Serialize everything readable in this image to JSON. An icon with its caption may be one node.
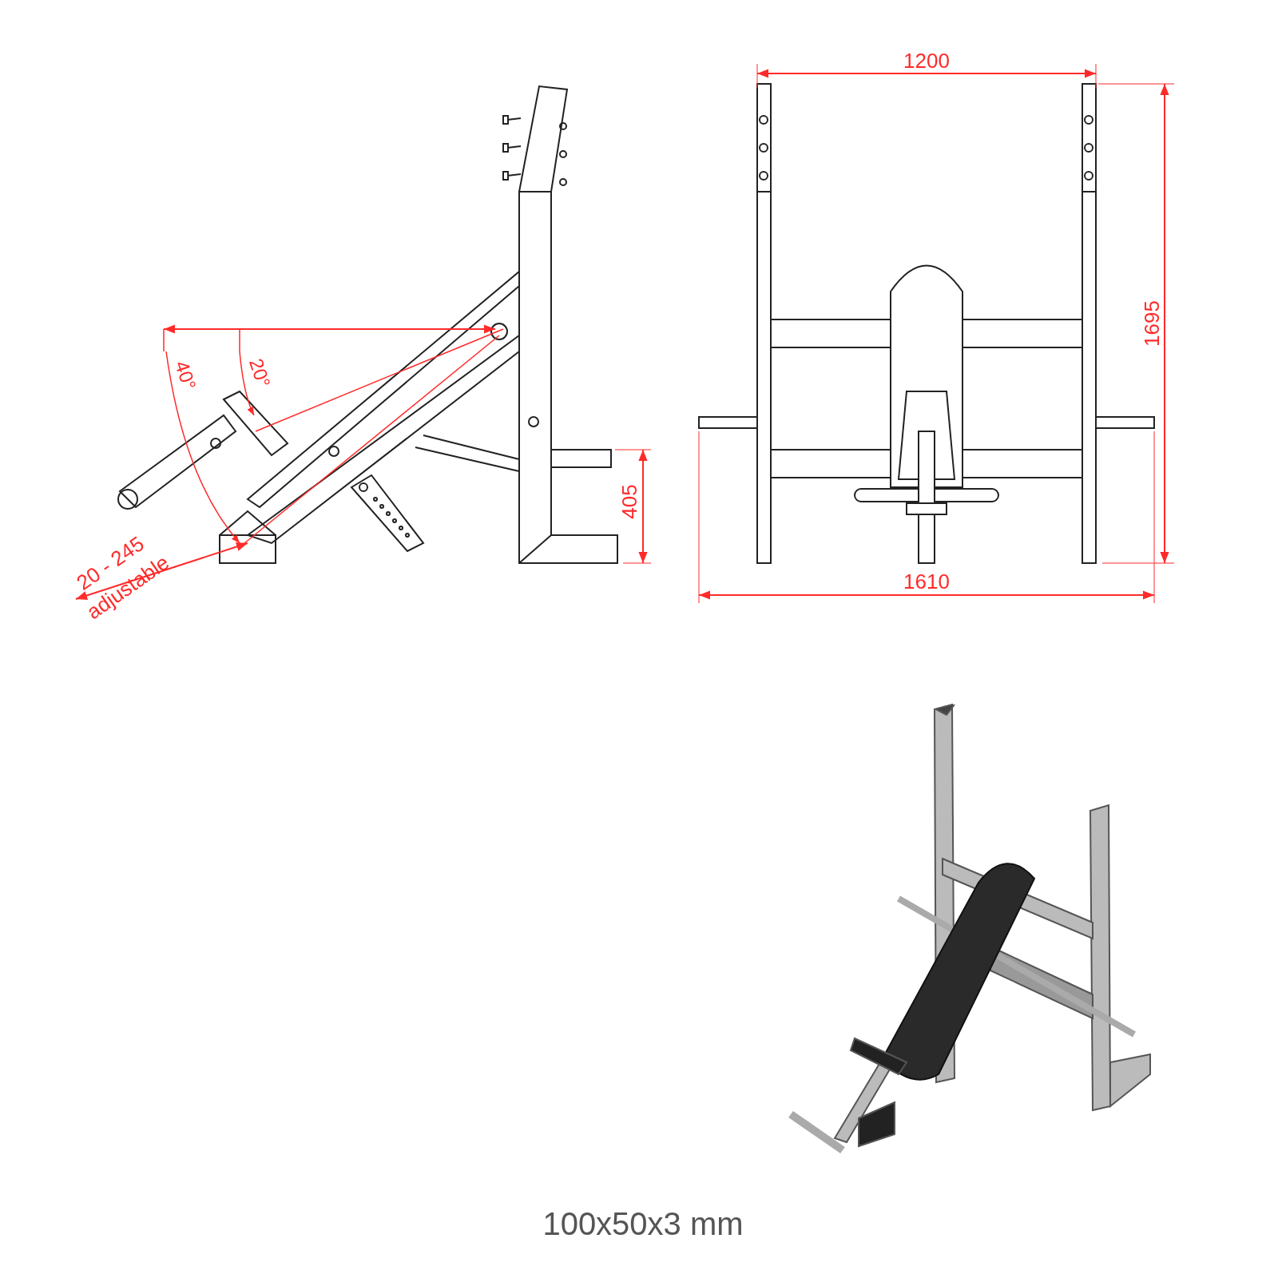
{
  "diagram": {
    "labels": [
      "1200",
      "1695",
      "405",
      "1610",
      "40°",
      "20°",
      "20 - 245",
      "adjustable",
      "100x50x3 mm"
    ]
  }
}
